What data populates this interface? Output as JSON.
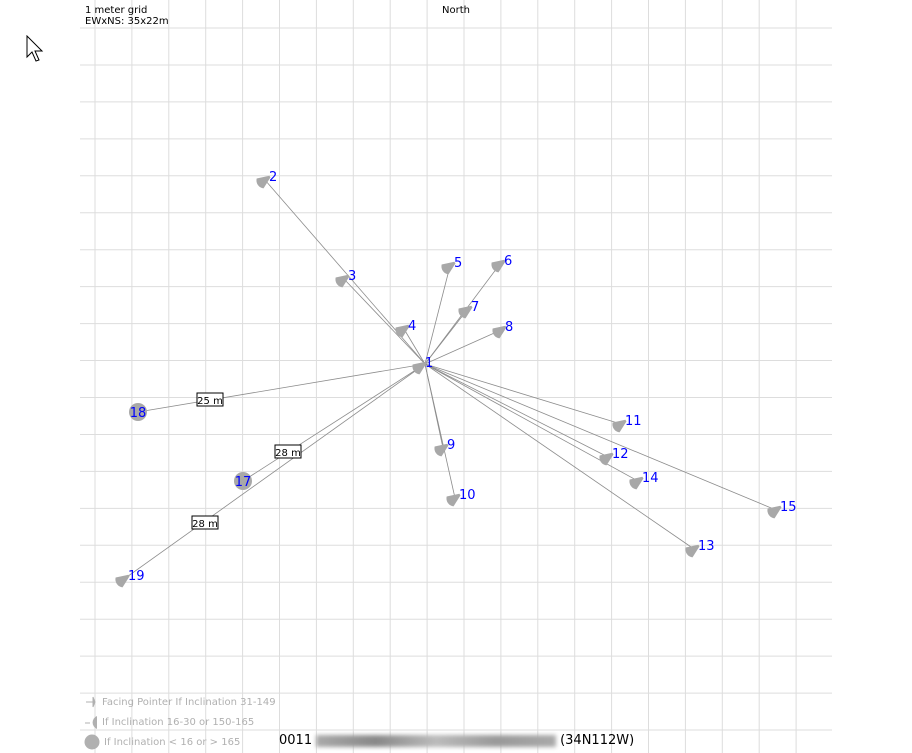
{
  "header": {
    "grid_label": "1 meter grid",
    "dimensions_label": "EWxNS: 35x22m",
    "north_label": "North"
  },
  "colors": {
    "label": "#0000ff",
    "icon": "#a8a8a8",
    "line": "#8c8c8c",
    "grid": "#dddddd"
  },
  "nodes": [
    {
      "id": "1",
      "type": "pointer"
    },
    {
      "id": "2",
      "type": "pointer"
    },
    {
      "id": "3",
      "type": "pointer"
    },
    {
      "id": "4",
      "type": "pointer"
    },
    {
      "id": "5",
      "type": "pointer"
    },
    {
      "id": "6",
      "type": "pointer"
    },
    {
      "id": "7",
      "type": "pointer"
    },
    {
      "id": "8",
      "type": "pointer"
    },
    {
      "id": "9",
      "type": "pointer"
    },
    {
      "id": "10",
      "type": "pointer"
    },
    {
      "id": "11",
      "type": "pointer"
    },
    {
      "id": "12",
      "type": "pointer"
    },
    {
      "id": "13",
      "type": "pointer"
    },
    {
      "id": "14",
      "type": "pointer"
    },
    {
      "id": "15",
      "type": "pointer"
    },
    {
      "id": "17",
      "type": "circle"
    },
    {
      "id": "18",
      "type": "circle"
    },
    {
      "id": "19",
      "type": "pointer"
    }
  ],
  "links": [
    {
      "from": "1",
      "to": "2"
    },
    {
      "from": "1",
      "to": "3"
    },
    {
      "from": "1",
      "to": "4"
    },
    {
      "from": "1",
      "to": "5"
    },
    {
      "from": "1",
      "to": "6"
    },
    {
      "from": "1",
      "to": "7"
    },
    {
      "from": "1",
      "to": "8"
    },
    {
      "from": "1",
      "to": "9"
    },
    {
      "from": "1",
      "to": "10"
    },
    {
      "from": "1",
      "to": "11"
    },
    {
      "from": "1",
      "to": "12"
    },
    {
      "from": "1",
      "to": "13"
    },
    {
      "from": "1",
      "to": "14"
    },
    {
      "from": "1",
      "to": "15"
    },
    {
      "from": "1",
      "to": "18",
      "distance": "25 m"
    },
    {
      "from": "1",
      "to": "17",
      "distance": "28 m"
    },
    {
      "from": "1",
      "to": "19",
      "distance": "28 m"
    }
  ],
  "legend": [
    {
      "icon": "facing-pointer",
      "label": "Facing Pointer If Inclination 31-149"
    },
    {
      "icon": "half-disc",
      "label": "If Inclination 16-30 or 150-165"
    },
    {
      "icon": "full-disc",
      "label": "If Inclination < 16 or > 165"
    }
  ],
  "footer": {
    "code": "0011",
    "coords": "(34N112W)"
  }
}
